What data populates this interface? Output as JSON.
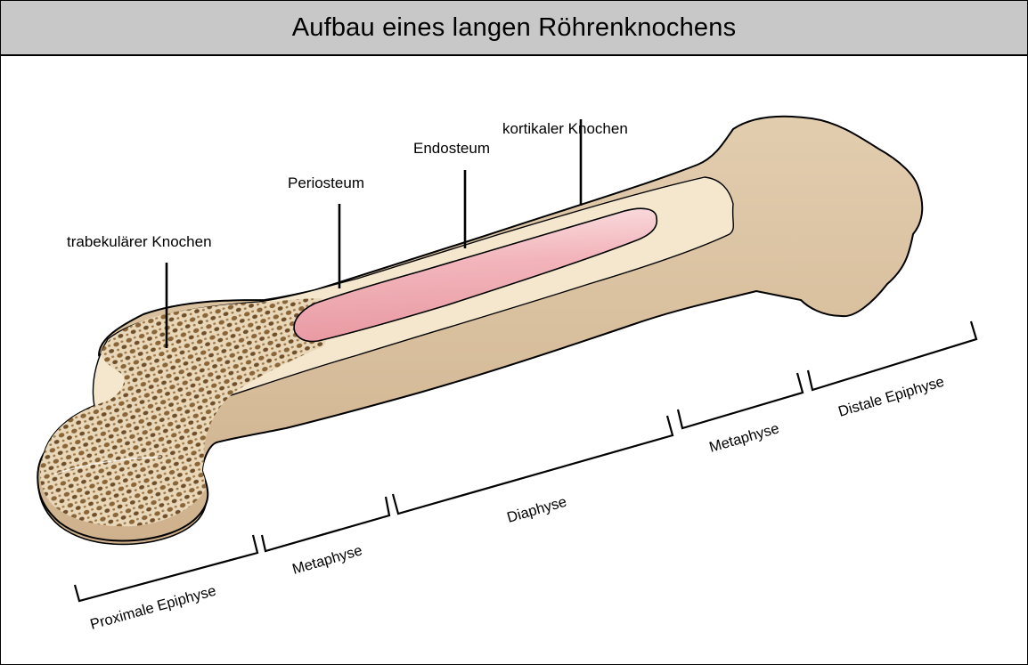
{
  "title": "Aufbau eines langen Röhrenknochens",
  "labels": {
    "trabecular": "trabekulärer Knochen",
    "periosteum": "Periosteum",
    "endosteum": "Endosteum",
    "cortical": "kortikaler Knochen"
  },
  "segments": {
    "proximal_epiphysis": "Proximale Epiphyse",
    "metaphysis_proximal": "Metaphyse",
    "diaphysis": "Diaphyse",
    "metaphysis_distal": "Metaphyse",
    "distal_epiphysis": "Distale Epiphyse"
  },
  "colors": {
    "title_bar": "#c8c8c8",
    "bone_outer": "#d9c2a3",
    "bone_cortex": "#f3e6cc",
    "medullary_cavity": "#f2b5bb",
    "trabecular_spot": "#8a6538",
    "outline": "#000000"
  }
}
